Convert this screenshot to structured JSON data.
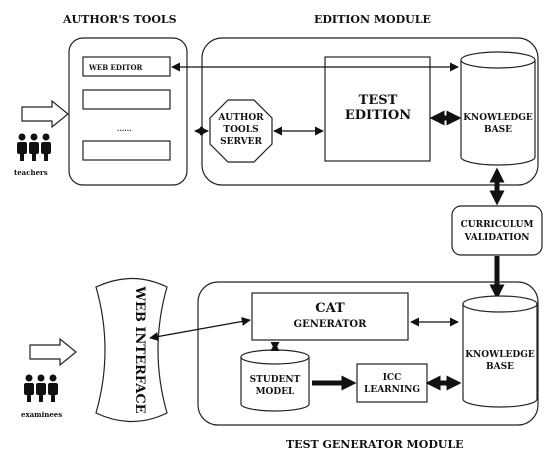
{
  "author_tools": {
    "title": "AUTHOR'S TOOLS",
    "web_editor": "WEB EDITOR",
    "dots": "......",
    "teachers": "teachers"
  },
  "edition_module": {
    "title": "EDITION MODULE",
    "author_tools_server": [
      "AUTHOR",
      "TOOLS",
      "SERVER"
    ],
    "test_edition": [
      "TEST",
      "EDITION"
    ],
    "knowledge_base": [
      "KNOWLEDGE",
      "BASE"
    ]
  },
  "curriculum_validation": [
    "CURRICULUM",
    "VALIDATION"
  ],
  "web_interface": "WEB INTERFACE",
  "examinees": "examinees",
  "test_generator_module": {
    "title": "TEST GENERATOR MODULE",
    "cat": "CAT",
    "generator": "GENERATOR",
    "student_model": [
      "STUDENT",
      "MODEL"
    ],
    "icc_learning": [
      "ICC",
      "LEARNING"
    ],
    "knowledge_base": [
      "KNOWLEDGE",
      "BASE"
    ]
  }
}
